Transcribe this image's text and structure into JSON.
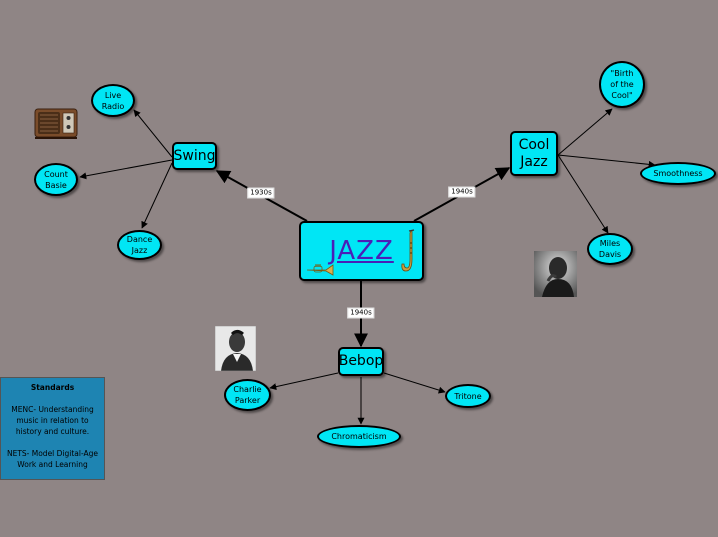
{
  "map": {
    "center": {
      "title": "JAZZ"
    },
    "branches": [
      {
        "id": "swing",
        "label": "Swing",
        "era": "1930s",
        "leaves": [
          "Live Radio",
          "Count Basie",
          "Dance Jazz"
        ]
      },
      {
        "id": "cool",
        "label": "Cool Jazz",
        "era": "1940s",
        "leaves": [
          "\"Birth of the Cool\"",
          "Smoothness",
          "Miles Davis"
        ]
      },
      {
        "id": "bebop",
        "label": "Bebop",
        "era": "1940s",
        "leaves": [
          "Charlie Parker",
          "Tritone",
          "Chromaticism"
        ]
      }
    ]
  },
  "standards": {
    "title": "Standards",
    "menc": "MENC- Understanding music in relation to history and culture.",
    "nets": "NETS- Model Digital-Age Work and Learning"
  },
  "images": {
    "radio": "radio-image",
    "trumpet": "trumpet-image",
    "saxophone": "saxophone-image",
    "miles_photo": "miles-davis-photo",
    "parker_photo": "charlie-parker-photo"
  },
  "colors": {
    "background": "#8f8585",
    "node_fill": "#00e6f5",
    "standards_fill": "#1e84b2",
    "title_text": "#4a1fb8"
  }
}
